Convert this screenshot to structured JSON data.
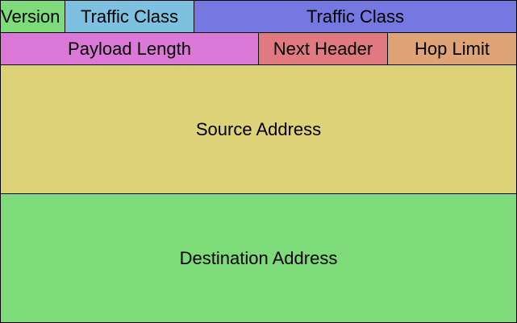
{
  "diagram": {
    "fields": [
      {
        "id": "version",
        "label": "Version",
        "color": "#7ddc79"
      },
      {
        "id": "traffic-class-a",
        "label": "Traffic Class",
        "color": "#7ec0e0"
      },
      {
        "id": "traffic-class-b",
        "label": "Traffic Class",
        "color": "#7578e0"
      },
      {
        "id": "payload-length",
        "label": "Payload Length",
        "color": "#db78d8"
      },
      {
        "id": "next-header",
        "label": "Next Header",
        "color": "#e07a80"
      },
      {
        "id": "hop-limit",
        "label": "Hop Limit",
        "color": "#dea377"
      },
      {
        "id": "source-address",
        "label": "Source Address",
        "color": "#ddd278"
      },
      {
        "id": "destination-address",
        "label": "Destination Address",
        "color": "#7ddc79"
      }
    ]
  }
}
